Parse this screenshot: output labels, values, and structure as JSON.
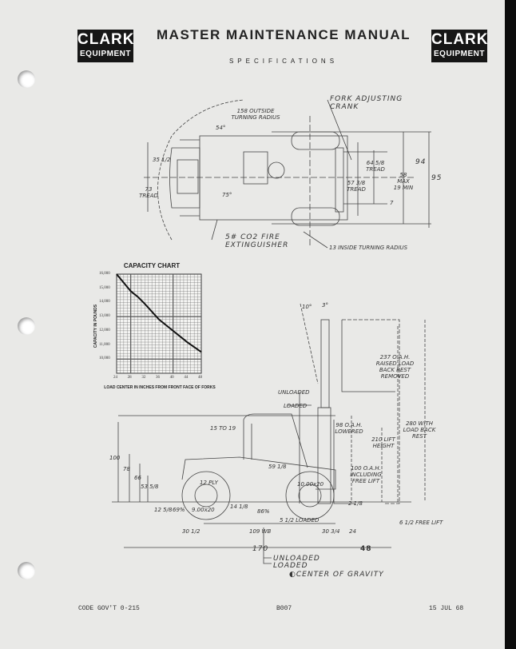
{
  "header": {
    "logo_left": {
      "line1": "CLARK",
      "line2": "EQUIPMENT"
    },
    "logo_right": {
      "line1": "CLARK",
      "line2": "EQUIPMENT"
    },
    "title": "MASTER MAINTENANCE MANUAL",
    "subtitle": "SPECIFICATIONS"
  },
  "top_view": {
    "fork_crank": "FORK ADJUSTING CRANK",
    "outside_radius": "158 OUTSIDE TURNING RADIUS",
    "angle_54": "54°",
    "angle_75": "75°",
    "dim_35": "35 1/2",
    "tread_73": "73 TREAD",
    "tread_64": "64 5/8 TREAD",
    "tread_57": "57 3/8 TREAD",
    "fork_spread": "58 MAX 19 MIN",
    "fork_width": "7",
    "dim_94": "94",
    "dim_95": "95",
    "extinguisher": "5# CO2 FIRE EXTINGUISHER",
    "inside_radius": "13 INSIDE TURNING RADIUS"
  },
  "side_view": {
    "tilt_10": "10°",
    "tilt_3": "3°",
    "oah_raised": "237 O.A.H. RAISED LOAD BACK REST REMOVED",
    "oah_280": "280 WITH LOAD BACK REST",
    "unloaded": "UNLOADED",
    "loaded": "LOADED",
    "seat_range": "15 TO 19",
    "oah_lowered": "98 O.A.H. LOWERED",
    "lift_height": "210 LIFT HEIGHT",
    "oah_free": "100 O.A.H. INCLUDING FREE LIFT",
    "dim_100": "100",
    "dim_78": "78",
    "dim_66": "66",
    "dim_53": "53 5/8",
    "dim_59": "59 1/8",
    "dim_12": "12 5/8",
    "dim_14": "14 1/8",
    "tire_rear": "12 PLY",
    "tire_rear_size": "9.00x20",
    "tire_front_size": "10.00x20",
    "pct_69": "69%",
    "pct_86": "86%",
    "dim_2": "2 1/8",
    "loaded_5": "5 1/2 LOADED",
    "free_lift": "6 1/2 FREE LIFT",
    "dim_30a": "30 1/2",
    "wheelbase": "109 WB",
    "dim_30b": "30 3/4",
    "dim_24": "24",
    "dim_170": "170",
    "dim_48": "48",
    "legend_unloaded": "UNLOADED",
    "legend_loaded": "LOADED",
    "cog": "CENTER OF GRAVITY"
  },
  "chart_data": {
    "type": "line",
    "title": "CAPACITY CHART",
    "xlabel": "LOAD CENTER IN INCHES FROM FRONT FACE OF FORKS",
    "ylabel": "CAPACITY IN POUNDS",
    "x_ticks": [
      "24",
      "28",
      "32",
      "36",
      "40",
      "44",
      "48"
    ],
    "y_ticks": [
      "16,000",
      "15,000",
      "14,000",
      "13,000",
      "12,000",
      "11,000",
      "10,000"
    ],
    "xlim": [
      24,
      48
    ],
    "ylim": [
      9000,
      16000
    ],
    "grid": true,
    "x": [
      24,
      28,
      30,
      32,
      36,
      40,
      44,
      48
    ],
    "y": [
      16000,
      14800,
      14400,
      13900,
      12800,
      12000,
      11200,
      10500
    ]
  },
  "footer": {
    "code": "CODE GOV'T 0-215",
    "page": "B007",
    "date": "15 JUL 68"
  }
}
